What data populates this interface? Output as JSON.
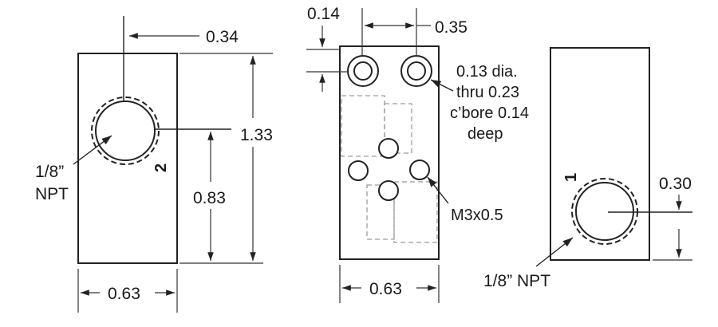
{
  "views": {
    "left": {
      "dim_width": "0.63",
      "dim_hole_x": "0.34",
      "dim_height": "1.33",
      "dim_hole_y": "0.83",
      "callout_line1": "1/8”",
      "callout_line2": "NPT",
      "port_number": "2"
    },
    "middle": {
      "dim_bore_y": "0.14",
      "dim_bore_spacing": "0.35",
      "dim_width": "0.63",
      "note_line1": "0.13 dia.",
      "note_line2": "thru 0.23",
      "note_line3": "c’bore 0.14",
      "note_line4": "deep",
      "thread_callout": "M3x0.5"
    },
    "right": {
      "dim_hole_y": "0.30",
      "callout": "1/8” NPT",
      "port_number": "1"
    }
  }
}
